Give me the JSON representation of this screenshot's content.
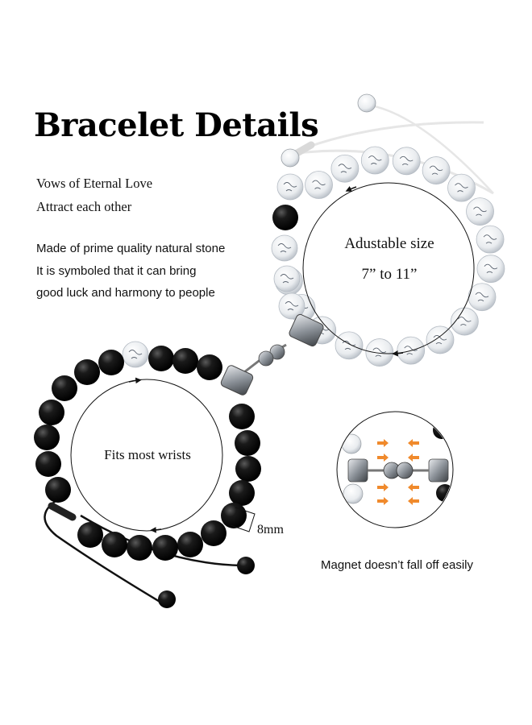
{
  "title": "Bracelet Details",
  "intro_lines": [
    "Vows of Eternal Love",
    "Attract each other"
  ],
  "material_lines": [
    "Made of prime quality natural stone",
    "It is symboled that it can bring",
    "good luck and harmony to people"
  ],
  "white_bracelet": {
    "label_line1": "Adustable size",
    "label_line2": "7” to 11”"
  },
  "black_bracelet": {
    "label": "Fits most wrists",
    "bead_size": "8mm"
  },
  "magnet_caption": "Magnet doesn’t fall off easily",
  "colors": {
    "white_stone": "#eef0f3",
    "black_stone": "#111111",
    "cord_white": "#f4f4f4",
    "cord_black": "#111111",
    "arrow_orange": "#f08a2c",
    "silver": "#9aa0a6"
  }
}
